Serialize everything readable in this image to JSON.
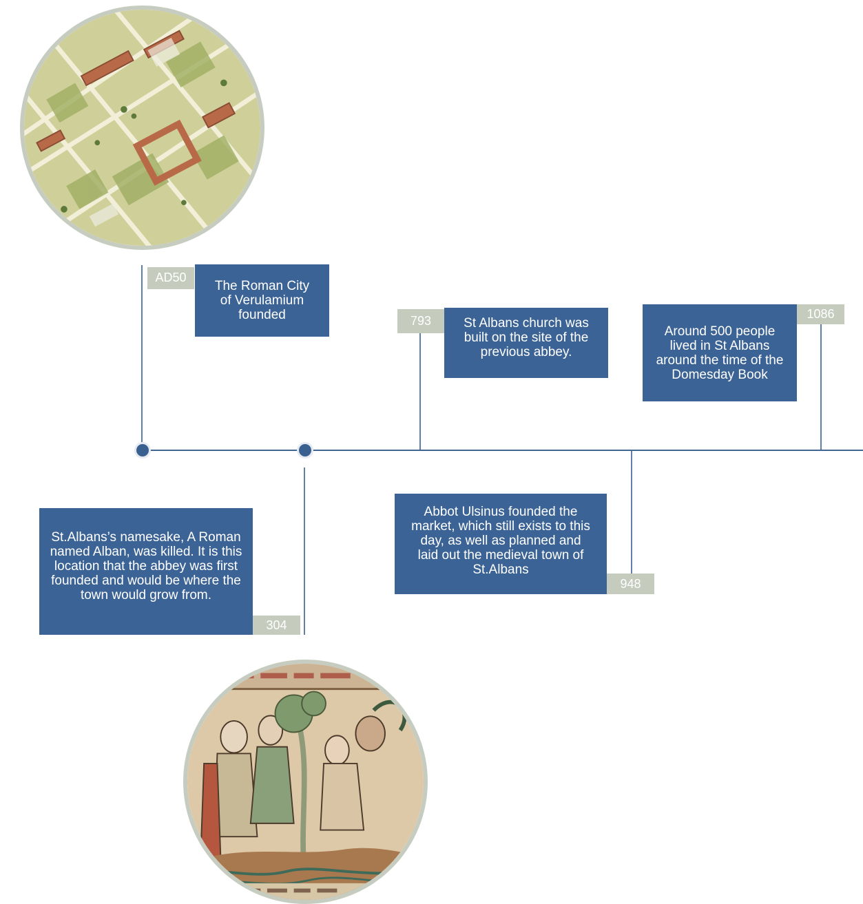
{
  "events": [
    {
      "year": "AD50",
      "text": "The Roman City of Verulamium founded"
    },
    {
      "year": "304",
      "text": "St.Albans’s namesake, A Roman named Alban, was killed. It is this location that the abbey was first founded and would be where the town would grow from."
    },
    {
      "year": "793",
      "text": "St Albans church was built on the site of the previous abbey."
    },
    {
      "year": "948",
      "text": "Abbot Ulsinus founded the market, which still exists to this day, as well as planned and laid out the medieval town of St.Albans"
    },
    {
      "year": "1086",
      "text": "Around 500 people lived in St Albans around the time of the Domesday Book"
    }
  ],
  "colors": {
    "box": "#3c6395",
    "tag": "#c5cbbd",
    "axis": "#3f6592"
  },
  "images": [
    {
      "name": "roman-city-illustration"
    },
    {
      "name": "medieval-manuscript-illustration"
    }
  ]
}
